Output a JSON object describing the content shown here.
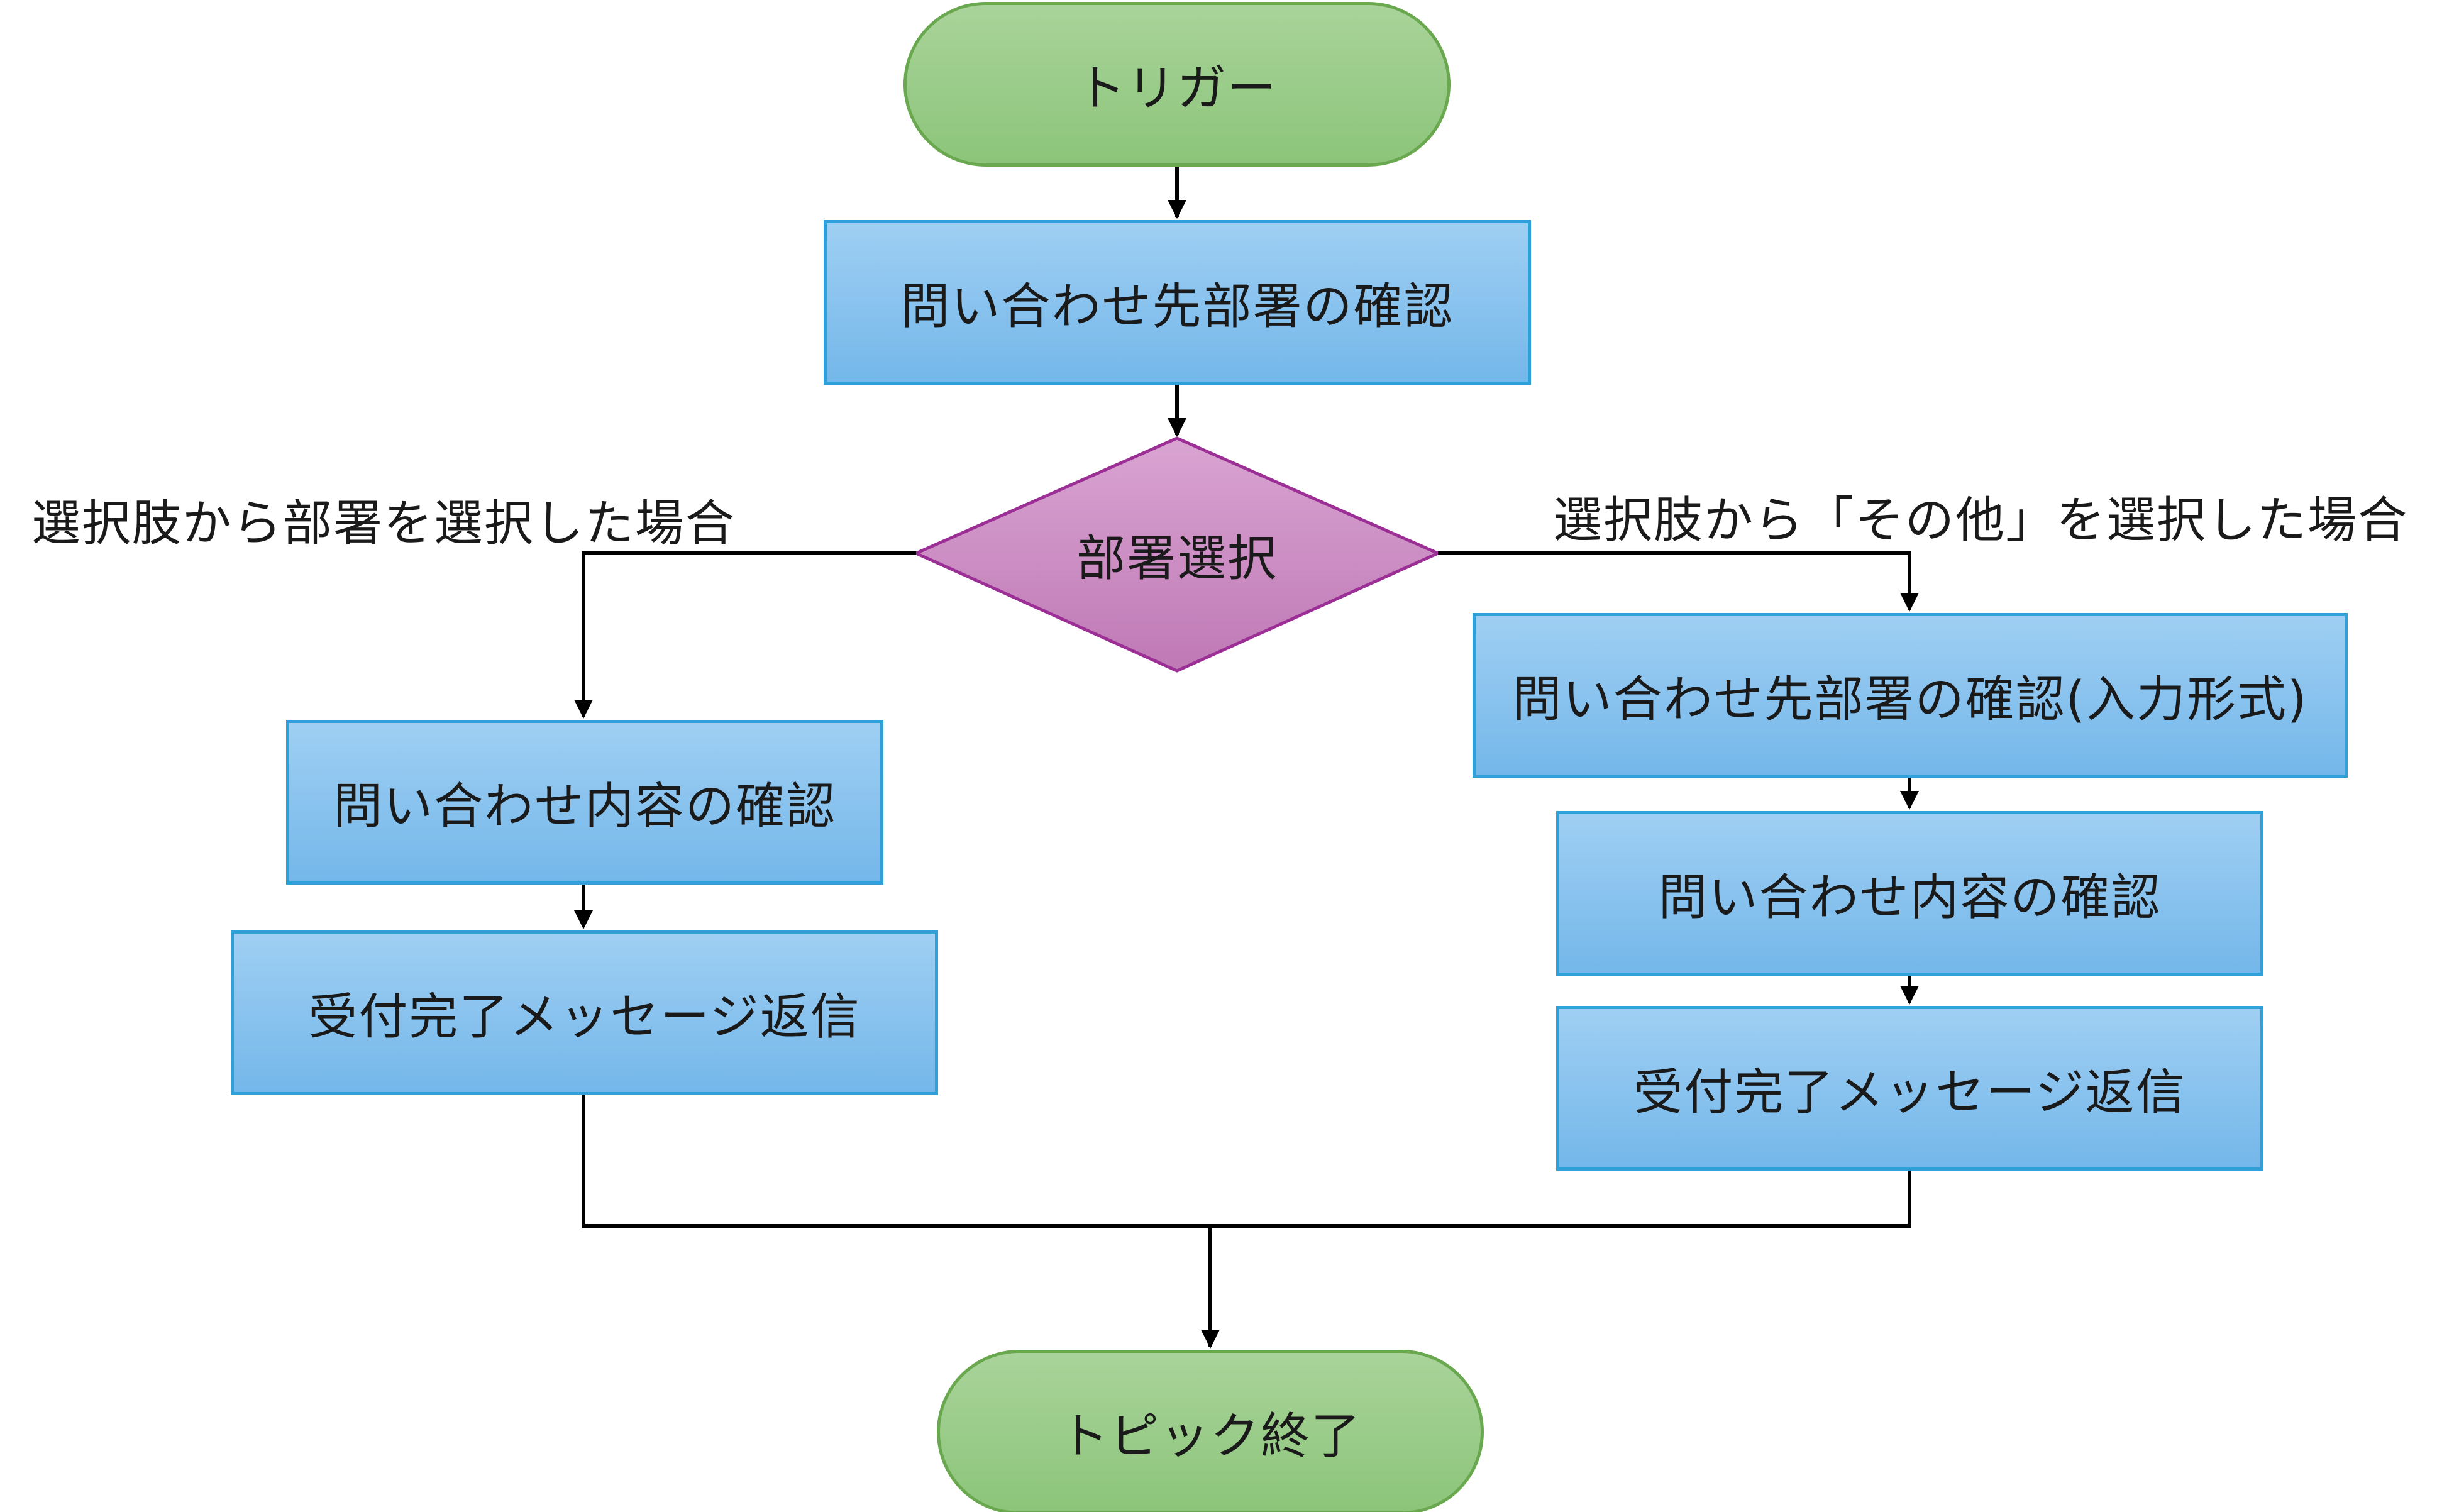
{
  "flowchart": {
    "start": "トリガー",
    "check_department": "問い合わせ先部署の確認",
    "decision": "部署選択",
    "branch_left_label": "選択肢から部署を選択した場合",
    "branch_right_label": "選択肢から「その他」を選択した場合",
    "left": {
      "confirm_inquiry": "問い合わせ内容の確認",
      "reply_message": "受付完了メッセージ返信"
    },
    "right": {
      "confirm_department_input": "問い合わせ先部署の確認(入力形式)",
      "confirm_inquiry": "問い合わせ内容の確認",
      "reply_message": "受付完了メッセージ返信"
    },
    "end": "トピック終了"
  },
  "colors": {
    "terminal_fill": "#93c983",
    "terminal_border": "#6aa84f",
    "process_fill": "#86c2ee",
    "process_border": "#2fa0d8",
    "decision_fill": "#c98ac0",
    "decision_border": "#9c2f96",
    "connector": "#000000"
  }
}
